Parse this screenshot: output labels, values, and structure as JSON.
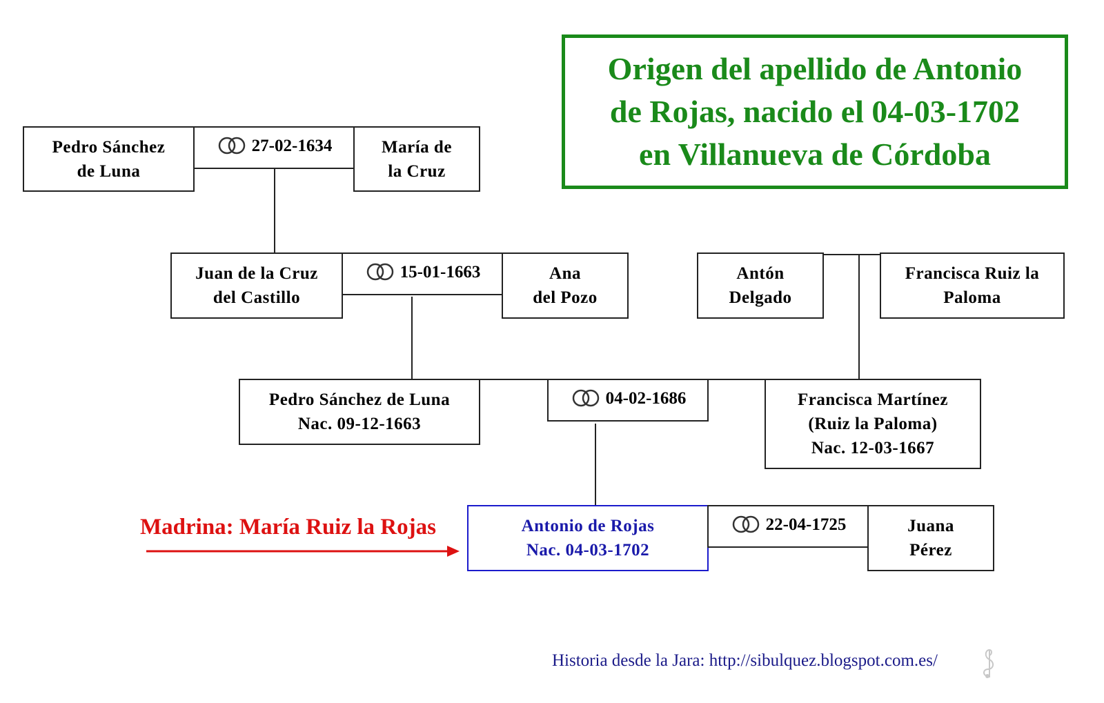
{
  "title": {
    "line1": "Origen del apellido de Antonio",
    "line2": "de Rojas, nacido el 04-03-1702",
    "line3": "en Villanueva de Córdoba"
  },
  "people": {
    "pedro_sanchez_sr": {
      "line1": "Pedro Sánchez",
      "line2": "de Luna"
    },
    "maria_de_la_cruz": {
      "line1": "María de",
      "line2": "la Cruz"
    },
    "juan_de_la_cruz": {
      "line1": "Juan de la Cruz",
      "line2": "del Castillo"
    },
    "ana_del_pozo": {
      "line1": "Ana",
      "line2": "del Pozo"
    },
    "anton_delgado": {
      "line1": "Antón",
      "line2": "Delgado"
    },
    "francisca_ruiz": {
      "line1": "Francisca Ruiz la",
      "line2": "Paloma"
    },
    "pedro_sanchez_jr": {
      "line1": "Pedro Sánchez de Luna",
      "line2": "Nac. 09-12-1663"
    },
    "francisca_martinez": {
      "line1": "Francisca Martínez",
      "line2": "(Ruiz la Paloma)",
      "line3": "Nac. 12-03-1667"
    },
    "antonio_de_rojas": {
      "line1": "Antonio de Rojas",
      "line2": "Nac. 04-03-1702"
    },
    "juana_perez": {
      "line1": "Juana",
      "line2": "Pérez"
    }
  },
  "marriages": {
    "m1634": "27-02-1634",
    "m1663": "15-01-1663",
    "m1686": "04-02-1686",
    "m1725": "22-04-1725"
  },
  "madrina": "Madrina: María Ruiz la Rojas",
  "credit": "Historia desde la Jara: http://sibulquez.blogspot.com.es/",
  "colors": {
    "title_green": "#1a8a1a",
    "focus_blue": "#1a1acc",
    "madrina_red": "#dd1111",
    "credit_blue": "#1a1a88"
  },
  "icons": {
    "marriage": "wedding-rings-icon",
    "watermark": "treble-clef-icon"
  }
}
